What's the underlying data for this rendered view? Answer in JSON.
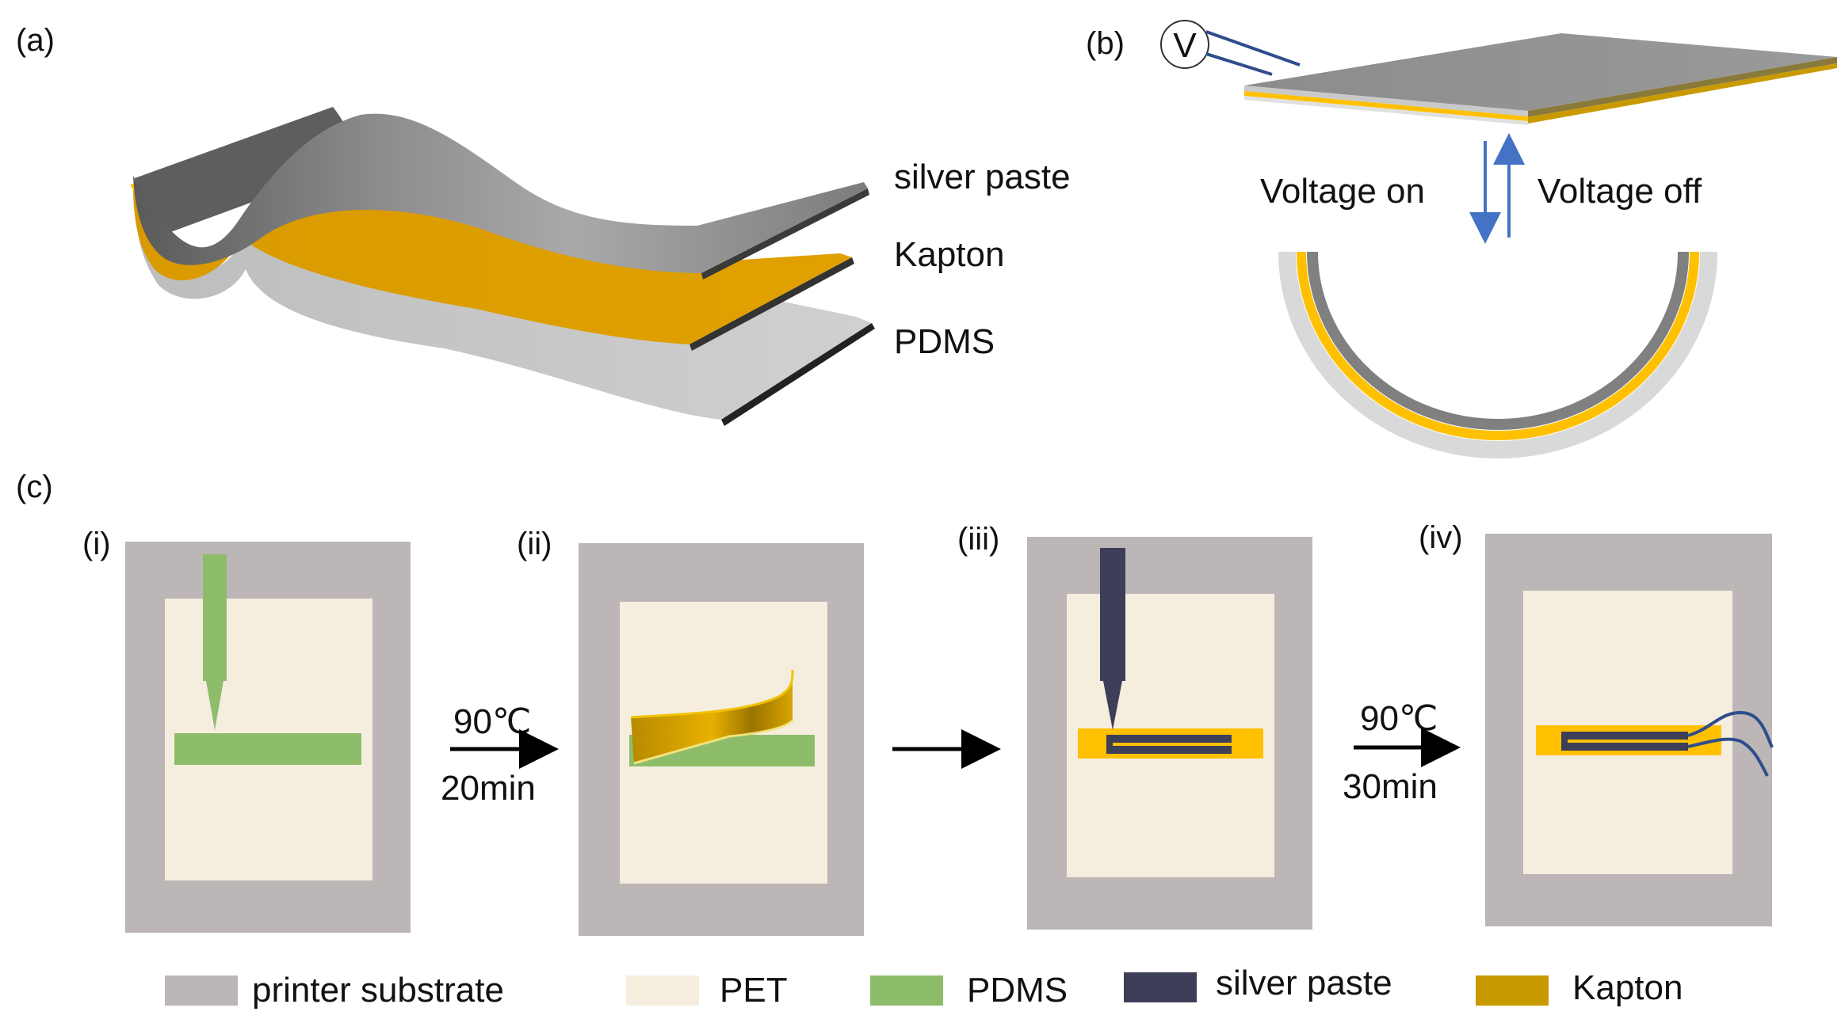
{
  "panels": {
    "a": {
      "label": "(a)",
      "layers": [
        "silver paste",
        "Kapton",
        "PDMS"
      ]
    },
    "b": {
      "label": "(b)",
      "voltmeter": "V",
      "voltage_on": "Voltage on",
      "voltage_off": "Voltage off"
    },
    "c": {
      "label": "(c)",
      "steps": [
        {
          "label": "(i)"
        },
        {
          "label": "(ii)"
        },
        {
          "label": "(iii)"
        },
        {
          "label": "(iv)"
        }
      ],
      "arrows": [
        {
          "temp": "90℃",
          "time": "20min"
        },
        {
          "temp": "",
          "time": ""
        },
        {
          "temp": "90℃",
          "time": "30min"
        }
      ]
    }
  },
  "legend": [
    {
      "label": "printer substrate",
      "color": "#bcb6b6"
    },
    {
      "label": "PET",
      "color": "#f5eedf"
    },
    {
      "label": "PDMS",
      "color": "#8dbd6a"
    },
    {
      "label": "silver paste",
      "color": "#3d3e58"
    },
    {
      "label": "Kapton",
      "color": "#c99a00"
    }
  ],
  "colors": {
    "silver": "#8a8a8a",
    "kapton": "#ffc000",
    "pdms_film": "#d4d4d4",
    "substrate": "#bcb6b6",
    "pet": "#f5eedf",
    "pdms_print": "#8dbd6a",
    "arrow_blue": "#4472c4",
    "wire": "#2f4d8c"
  }
}
